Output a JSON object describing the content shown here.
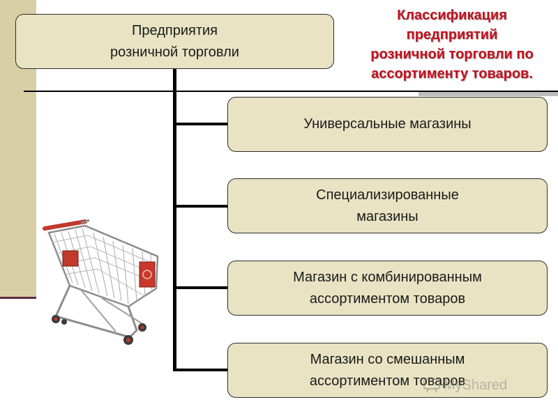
{
  "title": {
    "lines": [
      "Классификация",
      "предприятий",
      "розничной торговли по",
      "ассортименту товаров."
    ]
  },
  "root": {
    "lines": [
      "Предприятия",
      "розничной торговли"
    ]
  },
  "children": [
    {
      "lines": [
        "Универсальные магазины"
      ]
    },
    {
      "lines": [
        "Специализированные",
        "магазины"
      ]
    },
    {
      "lines": [
        "Магазин с комбинированным",
        "ассортиментом товаров"
      ]
    },
    {
      "lines": [
        "Магазин со смешанным",
        "ассортиментом товаров"
      ]
    }
  ],
  "watermark": {
    "text": "MyShared"
  },
  "colors": {
    "box_fill": "#e9e3c4",
    "title_red": "#c1121f",
    "band": "#d8cfa4"
  },
  "icons": {
    "cart": "shopping-cart-icon",
    "watermark": "myshared-logo-icon"
  }
}
